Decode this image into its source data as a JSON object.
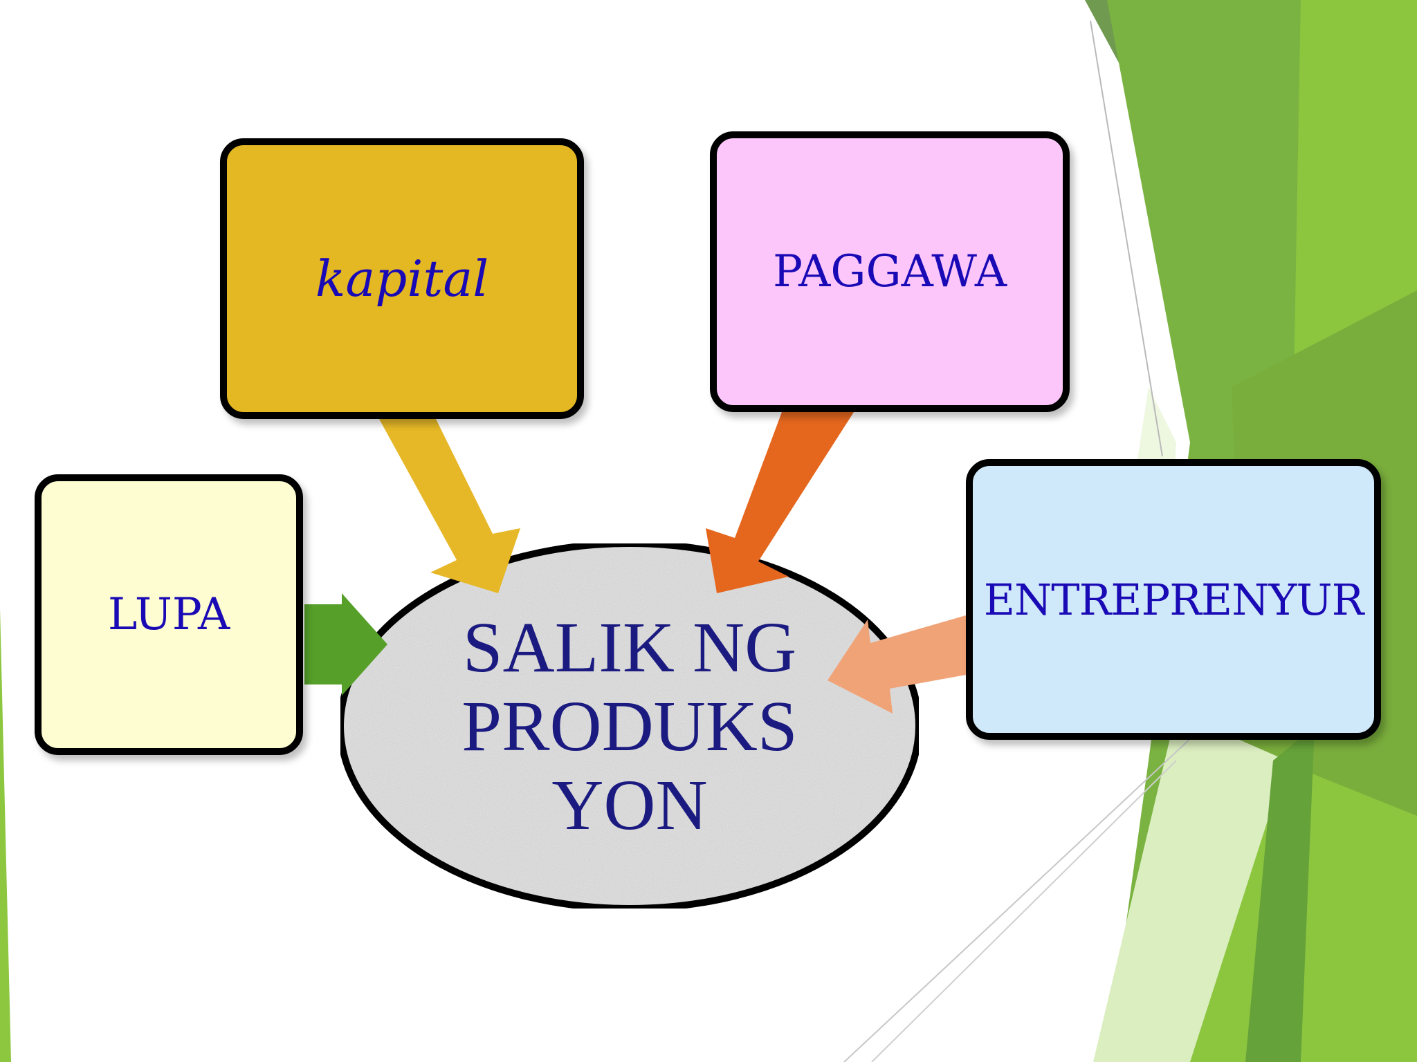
{
  "diagram": {
    "center": {
      "lines": [
        "SALIK NG",
        "PRODUKS",
        "YON"
      ]
    },
    "nodes": {
      "lupa": {
        "label": "LUPA",
        "fill": "#fdfdd1",
        "arrow_color": "#56a02a"
      },
      "kapital": {
        "label": "kapital",
        "fill": "#e4b822",
        "arrow_color": "#e6b827"
      },
      "paggawa": {
        "label": "PAGGAWA",
        "fill": "#fdc6fb",
        "arrow_color": "#e5671e"
      },
      "entreprenyur": {
        "label": "ENTREPRENYUR",
        "fill": "#cfe8fa",
        "arrow_color": "#f0a377"
      }
    }
  },
  "theme": {
    "accent_dark_green": "#6f9a4f",
    "accent_light_green": "#8dc63f"
  }
}
